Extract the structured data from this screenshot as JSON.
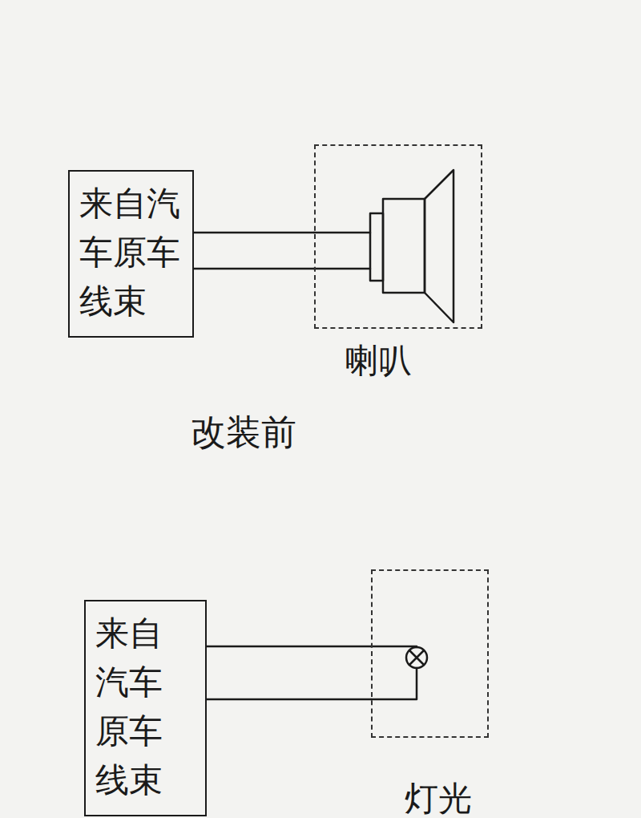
{
  "diagram": {
    "nodes": [
      {
        "text": [
          "来自汽车原车线束"
        ]
      },
      {
        "text": [
          "喇叭"
        ]
      },
      {
        "text": [
          "来自汽车原车线束"
        ]
      },
      {
        "text": [
          "灯光"
        ]
      }
    ],
    "edges": [
      {
        "from": 0,
        "to": 1,
        "arrow": "none"
      },
      {
        "from": 0,
        "to": 1,
        "arrow": "none"
      },
      {
        "from": 2,
        "to": 3,
        "arrow": "none"
      },
      {
        "from": 2,
        "to": 3,
        "arrow": "none"
      }
    ],
    "labels": [
      "改装前"
    ]
  }
}
